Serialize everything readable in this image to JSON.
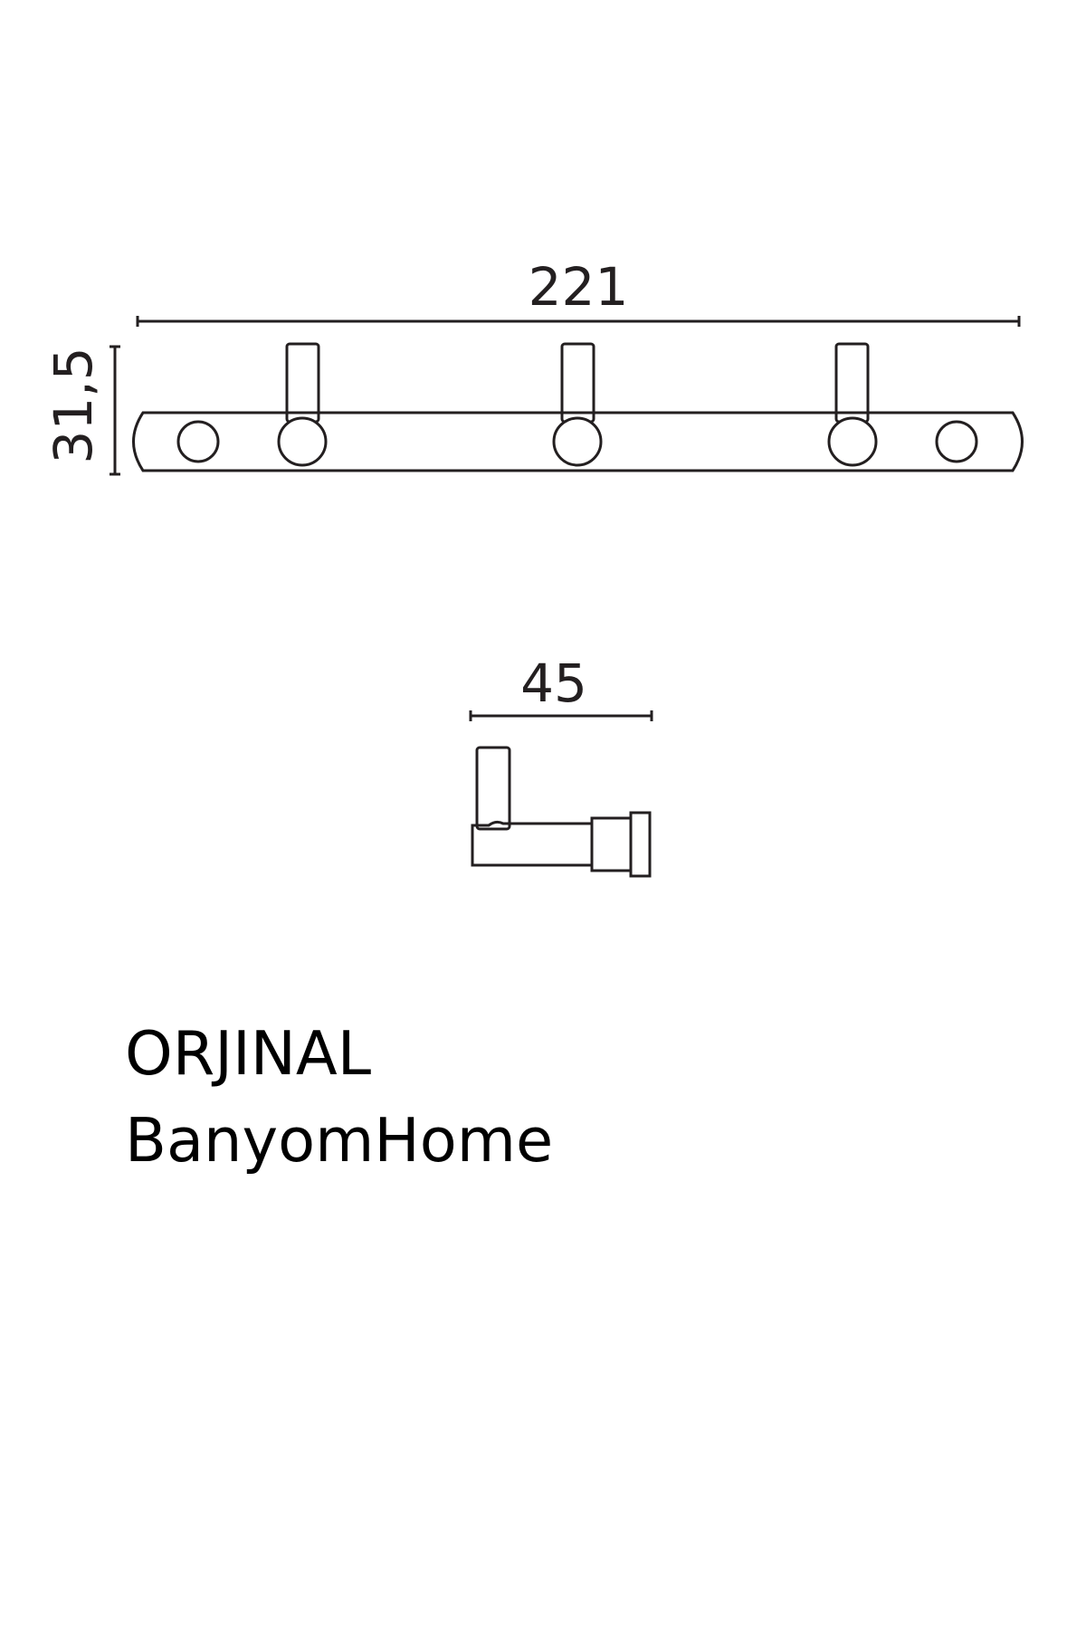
{
  "drawing": {
    "rail_length_label": "221",
    "rail_height_label": "31,5",
    "hook_depth_label": "45",
    "line_color": "#231f20"
  },
  "brand": {
    "line1": "ORJINAL",
    "line2": "BanyomHome"
  }
}
